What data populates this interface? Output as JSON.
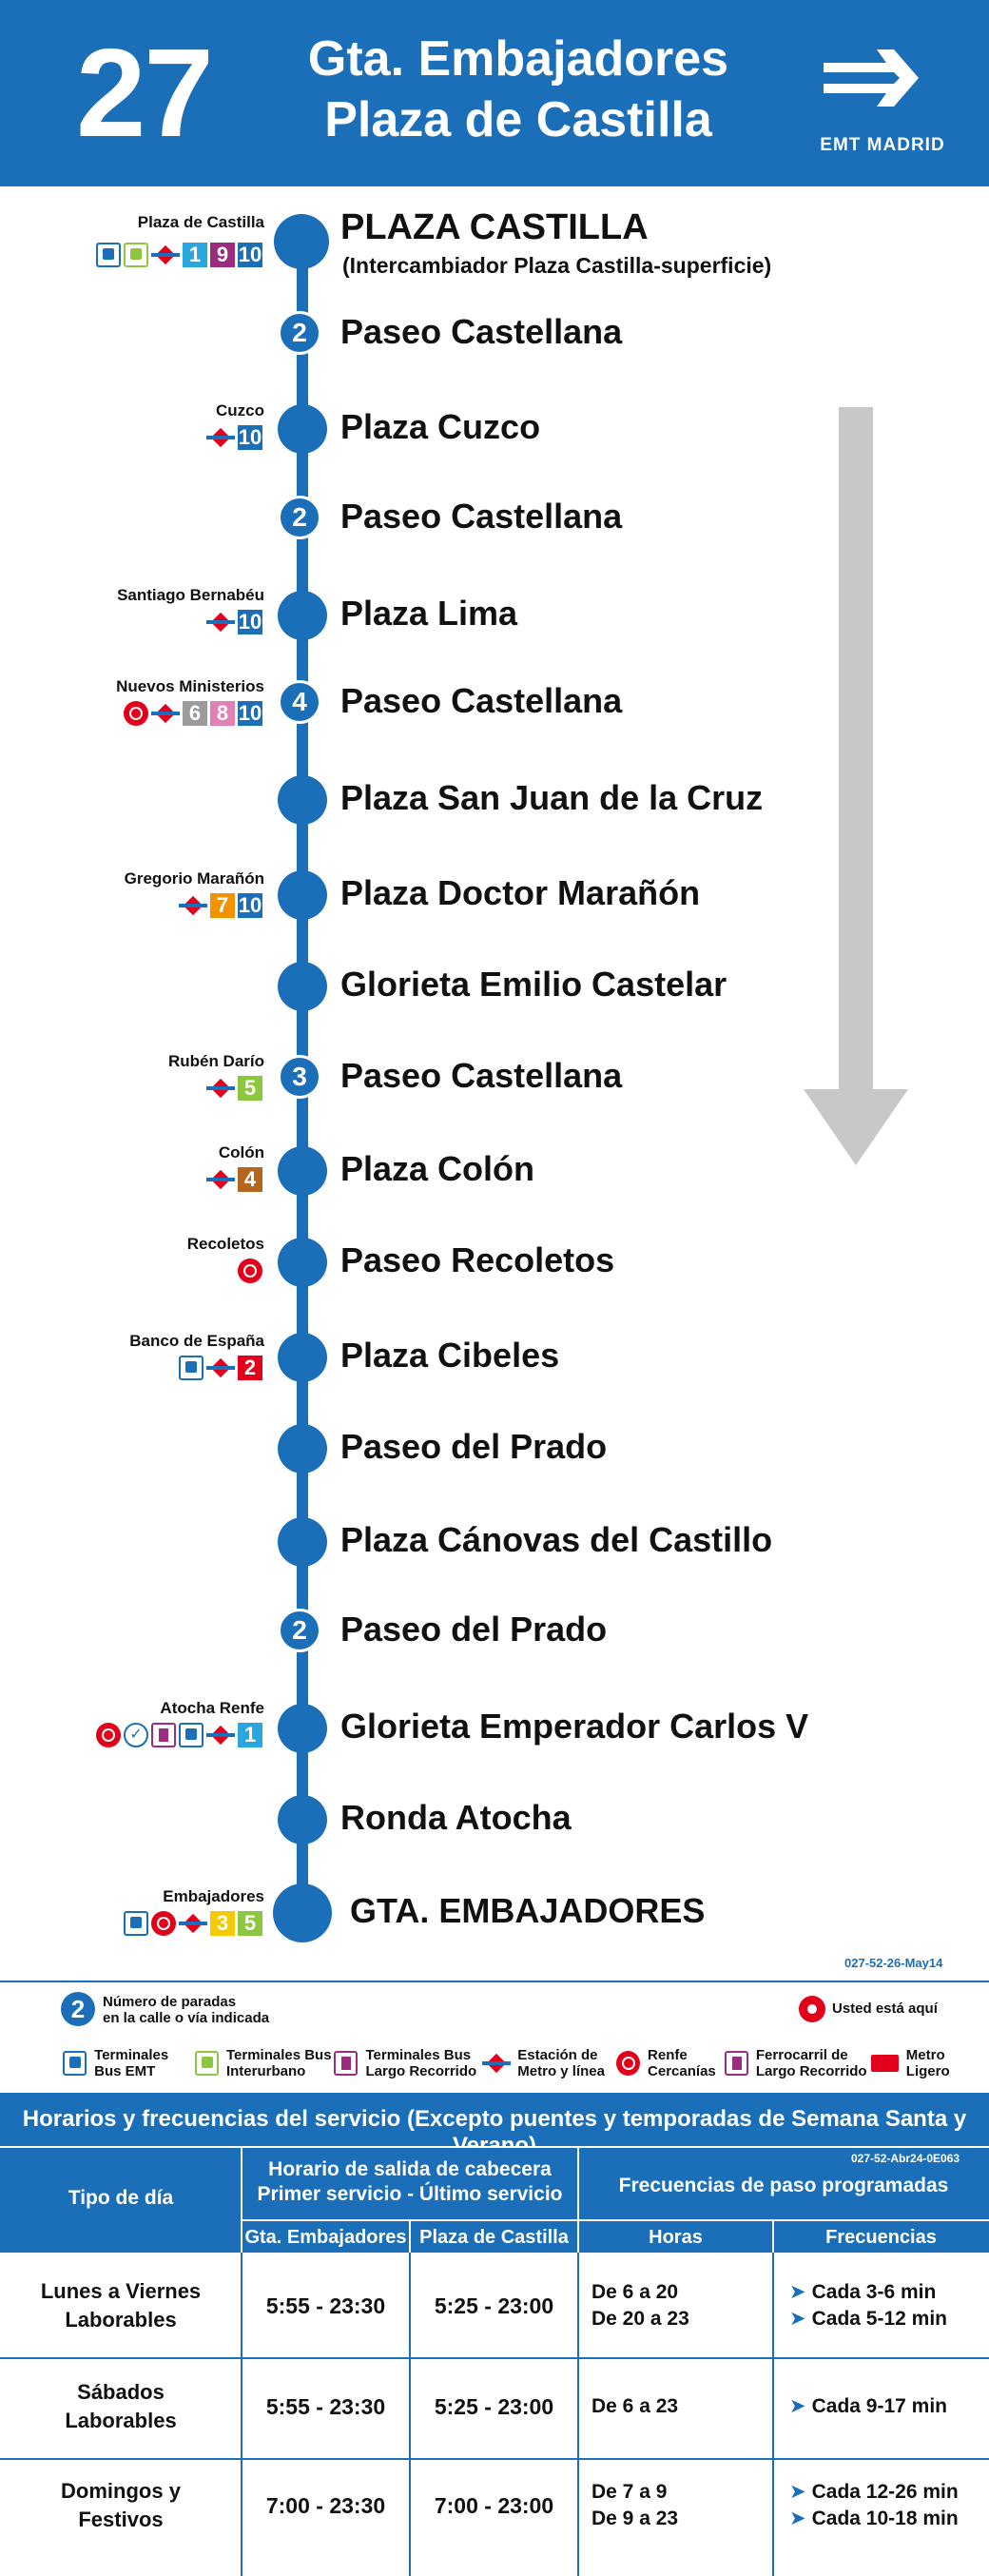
{
  "header": {
    "route_number": "27",
    "destination_line1": "Gta. Embajadores",
    "destination_line2": "Plaza de Castilla",
    "brand": "EMT MADRID"
  },
  "stops": [
    {
      "name": "PLAZA CASTILLA",
      "subtitle": "(Intercambiador Plaza Castilla-superficie)",
      "count": null,
      "connection_label": "Plaza de Castilla",
      "badges": [
        "1",
        "9",
        "10"
      ]
    },
    {
      "name": "Paseo Castellana",
      "count": "2",
      "connection_label": "",
      "badges": []
    },
    {
      "name": "Plaza Cuzco",
      "count": null,
      "connection_label": "Cuzco",
      "badges": [
        "10"
      ]
    },
    {
      "name": "Paseo Castellana",
      "count": "2",
      "connection_label": "",
      "badges": []
    },
    {
      "name": "Plaza Lima",
      "count": null,
      "connection_label": "Santiago Bernabéu",
      "badges": [
        "10"
      ]
    },
    {
      "name": "Paseo Castellana",
      "count": "4",
      "connection_label": "Nuevos Ministerios",
      "badges": [
        "6",
        "8",
        "10"
      ]
    },
    {
      "name": "Plaza San Juan de la Cruz",
      "count": null,
      "connection_label": "",
      "badges": []
    },
    {
      "name": "Plaza Doctor Marañón",
      "count": null,
      "connection_label": "Gregorio Marañón",
      "badges": [
        "7",
        "10"
      ]
    },
    {
      "name": "Glorieta Emilio Castelar",
      "count": null,
      "connection_label": "",
      "badges": []
    },
    {
      "name": "Paseo Castellana",
      "count": "3",
      "connection_label": "Rubén Darío",
      "badges": [
        "5"
      ]
    },
    {
      "name": "Plaza Colón",
      "count": null,
      "connection_label": "Colón",
      "badges": [
        "4"
      ]
    },
    {
      "name": "Paseo Recoletos",
      "count": null,
      "connection_label": "Recoletos",
      "badges": []
    },
    {
      "name": "Plaza Cibeles",
      "count": null,
      "connection_label": "Banco de España",
      "badges": [
        "2"
      ]
    },
    {
      "name": "Paseo del Prado",
      "count": null,
      "connection_label": "",
      "badges": []
    },
    {
      "name": "Plaza Cánovas del Castillo",
      "count": null,
      "connection_label": "",
      "badges": []
    },
    {
      "name": "Paseo del Prado",
      "count": "2",
      "connection_label": "",
      "badges": []
    },
    {
      "name": "Glorieta Emperador Carlos V",
      "count": null,
      "connection_label": "Atocha Renfe",
      "badges": [
        "1"
      ]
    },
    {
      "name": "Ronda Atocha",
      "count": null,
      "connection_label": "",
      "badges": []
    },
    {
      "name": "GTA.  EMBAJADORES",
      "count": null,
      "connection_label": "Embajadores",
      "badges": [
        "3",
        "5"
      ]
    }
  ],
  "line_colors": {
    "1": "#2aa6de",
    "2": "#e3001b",
    "3": "#f7c900",
    "4": "#b5651d",
    "5": "#8dc63f",
    "6": "#9b9b9b",
    "7": "#f39200",
    "8": "#e27fb4",
    "9": "#9b2c7e",
    "10": "#1a6fb8"
  },
  "legend": {
    "doc_code": "027-52-26-May14",
    "stops_count_number": "2",
    "stops_count_text_1": "Número de paradas",
    "stops_count_text_2": "en la calle o vía indicada",
    "you_are_here": "Usted está aquí",
    "items": [
      {
        "l1": "Terminales",
        "l2": "Bus EMT"
      },
      {
        "l1": "Terminales Bus",
        "l2": "Interurbano"
      },
      {
        "l1": "Terminales Bus",
        "l2": "Largo Recorrido"
      },
      {
        "l1": "Estación de",
        "l2": "Metro y línea"
      },
      {
        "l1": "Renfe",
        "l2": "Cercanías"
      },
      {
        "l1": "Ferrocarril de",
        "l2": "Largo Recorrido"
      },
      {
        "l1": "Metro Ligero",
        "l2": ""
      }
    ]
  },
  "schedule": {
    "title": "Horarios y frecuencias del servicio (Excepto puentes y temporadas de Semana Santa y Verano)",
    "doc_code": "027-52-Abr24-0E063",
    "col_day_type": "Tipo de día",
    "col_header_1": "Horario de salida de cabecera",
    "col_header_2": "Primer servicio - Último servicio",
    "col_embajadores": "Gta. Embajadores",
    "col_castilla": "Plaza de Castilla",
    "col_freq": "Frecuencias de paso programadas",
    "col_horas": "Horas",
    "col_frecuencias": "Frecuencias",
    "rows": [
      {
        "day_1": "Lunes a Viernes",
        "day_2": "Laborables",
        "emb": "5:55 - 23:30",
        "cas": "5:25 - 23:00",
        "horas": [
          "De 6 a 20",
          "De 20 a 23"
        ],
        "freqs": [
          "Cada 3-6 min",
          "Cada 5-12 min"
        ]
      },
      {
        "day_1": "Sábados",
        "day_2": "Laborables",
        "emb": "5:55 - 23:30",
        "cas": "5:25 - 23:00",
        "horas": [
          "De 6 a 23"
        ],
        "freqs": [
          "Cada 9-17 min"
        ]
      },
      {
        "day_1": "Domingos y",
        "day_2": "Festivos",
        "emb": "7:00 - 23:30",
        "cas": "7:00 - 23:00",
        "horas": [
          "De 7 a 9",
          "De 9 a 23"
        ],
        "freqs": [
          "Cada 12-26 min",
          "Cada 10-18 min"
        ]
      }
    ]
  }
}
